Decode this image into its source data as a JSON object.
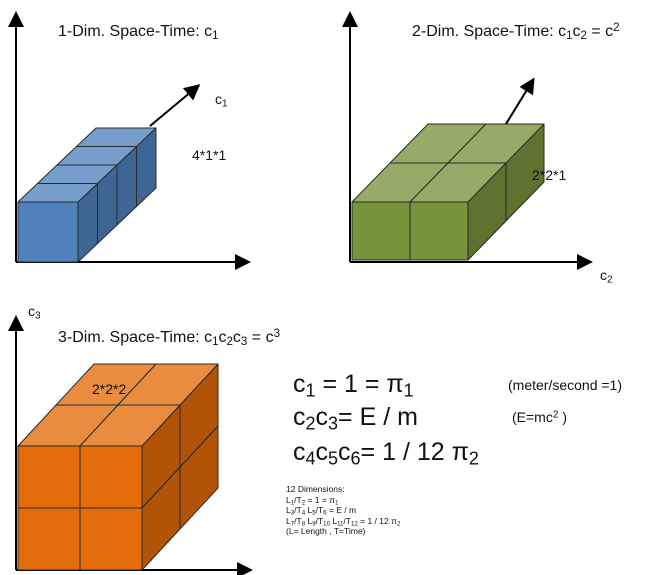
{
  "panel1": {
    "title": "1-Dim. Space-Time:  c",
    "title_sub": "1",
    "axis_label": "c",
    "axis_label_sub": "1",
    "dims": "4*1*1",
    "color": "#4f81bd"
  },
  "panel2": {
    "title": "2-Dim. Space-Time:  c",
    "title_sub1": "1",
    "title_mid": "c",
    "title_sub2": "2",
    "title_tail": " = c",
    "title_sup": "2",
    "axis_label": "c",
    "axis_label_sub": "2",
    "dims": "2*2*1",
    "color": "#77933c"
  },
  "panel3": {
    "axis_label": "c",
    "axis_label_sub": "3",
    "title": "3-Dim. Space-Time:  c",
    "title_sub1": "1",
    "title_c2": "c",
    "title_sub2": "2",
    "title_c3": "c",
    "title_sub3": "3",
    "title_tail": " = c",
    "title_sup": "3",
    "dims": "2*2*2",
    "color": "#e46c0a"
  },
  "equations": {
    "eq1": {
      "c": "c",
      "sub": "1",
      "rest": "= 1 =  π",
      "pi_sub": "1",
      "note": "(meter/second =1)"
    },
    "eq2": {
      "c1": "c",
      "sub1": "2",
      "c2": "c",
      "sub2": "3",
      "rest": "= E  /  m",
      "note_pre": "(E=mc",
      "note_sup": "2",
      "note_post": " )"
    },
    "eq3": {
      "c1": "c",
      "sub1": "4",
      "c2": "c",
      "sub2": "5",
      "c3": "c",
      "sub3": "6",
      "rest": "= 1  /  12 π",
      "pi_sub": "2"
    }
  },
  "dimensions_box": {
    "heading": "12 Dimensions:",
    "line1": {
      "a": "L",
      "a_sub": "1",
      "b": "/T",
      "b_sub": "2",
      "rest": " = 1 =  π",
      "r_sub": "1"
    },
    "line2": {
      "a": "L",
      "a_sub": "3",
      "b": "/T",
      "b_sub": "4",
      "c": "  L",
      "c_sub": "5",
      "d": "/T",
      "d_sub": "6",
      "rest": "  = E  /  m"
    },
    "line3": {
      "a": "L",
      "a_sub": "7",
      "b": "/T",
      "b_sub": "8",
      "c": "  L",
      "c_sub": "9",
      "d": "/T",
      "d_sub": "10",
      "e": "  L",
      "e_sub": "11",
      "f": "/T",
      "f_sub": "12",
      "rest": " = 1  /  12 π",
      "r_sub": "2"
    },
    "legend": "(L= Length , T=Time)"
  }
}
